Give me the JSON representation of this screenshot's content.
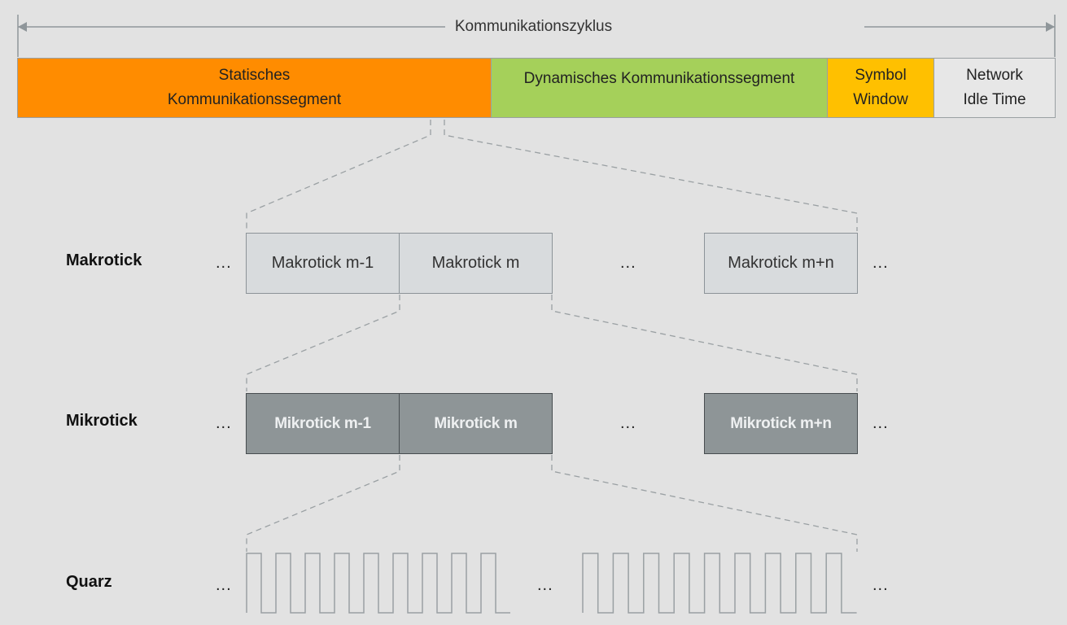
{
  "cycle": {
    "label": "Kommunikationszyklus"
  },
  "segments": {
    "static": "Statisches\nKommunikationssegment",
    "dynamic": "Dynamisches Kommunikationssegment",
    "symbol": "Symbol\nWindow",
    "idle": "Network\nIdle Time"
  },
  "rows": {
    "makrotick": {
      "label": "Makrotick",
      "boxes": [
        "Makrotick m-1",
        "Makrotick m",
        "Makrotick m+n"
      ]
    },
    "mikrotick": {
      "label": "Mikrotick",
      "boxes": [
        "Mikrotick m-1",
        "Mikrotick m",
        "Mikrotick m+n"
      ]
    },
    "quarz": {
      "label": "Quarz"
    }
  },
  "ellipsis": "...",
  "colors": {
    "background": "#e2e2e2",
    "static": "#ff8c00",
    "dynamic": "#a5d05a",
    "symbol": "#ffc000",
    "idle": "#e7e7e7",
    "makrotick": "#d8dbdd",
    "mikrotick": "#8e9597",
    "lines": "#9aa0a3"
  }
}
